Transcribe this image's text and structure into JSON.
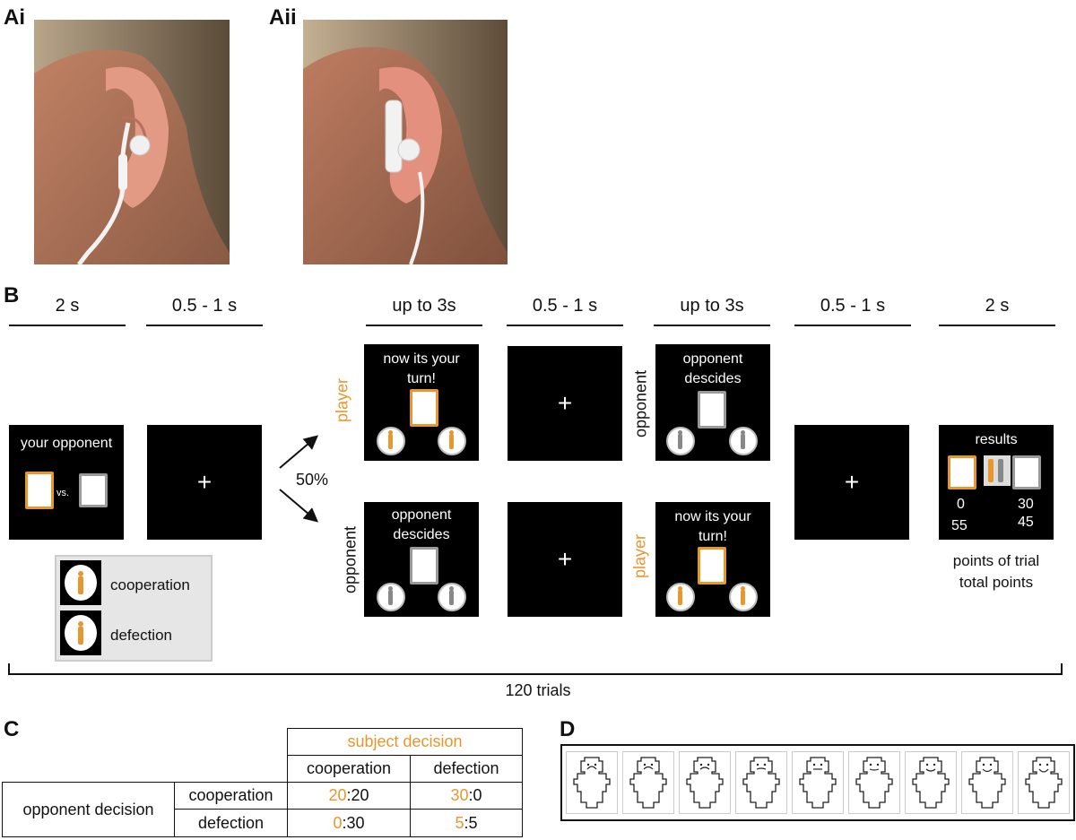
{
  "panels": {
    "ai": "Ai",
    "aii": "Aii",
    "b": "B",
    "c": "C",
    "d": "D"
  },
  "timeline": {
    "durations": [
      "2 s",
      "0.5 - 1 s",
      "up to 3s",
      "0.5 - 1 s",
      "up to 3s",
      "0.5 - 1 s",
      "2 s"
    ],
    "probability": "50%",
    "trials": "120 trials"
  },
  "screens": {
    "intro_title": "your opponent",
    "vs": "vs.",
    "fixation": "+",
    "turn_line1": "now its your",
    "turn_line2": "turn!",
    "opp_line1": "opponent",
    "opp_line2": "descides",
    "results_title": "results",
    "results_left_trial": "0",
    "results_left_total": "55",
    "results_right_trial": "30",
    "results_right_total": "45",
    "caption_line1": "points of trial",
    "caption_line2": "total points"
  },
  "roles": {
    "player": "player",
    "opponent": "opponent"
  },
  "legend": {
    "cooperation": "cooperation",
    "defection": "defection"
  },
  "payoff": {
    "header": "subject decision",
    "columns": [
      "cooperation",
      "defection"
    ],
    "row_header": "opponent decision",
    "rows": [
      {
        "label": "cooperation",
        "coop_subject": "20",
        "coop_opp": ":20",
        "def_subject": "30",
        "def_opp": ":0"
      },
      {
        "label": "defection",
        "coop_subject": "0",
        "coop_opp": ":30",
        "def_subject": "5",
        "def_opp": ":5"
      }
    ]
  },
  "colors": {
    "accent": "#e8962e",
    "screen_bg": "#000000",
    "legend_bg": "#e6e6e6"
  },
  "icons": [
    "ear-photo",
    "cooperation-figure-icon",
    "defection-figure-icon",
    "manikin-icon"
  ]
}
